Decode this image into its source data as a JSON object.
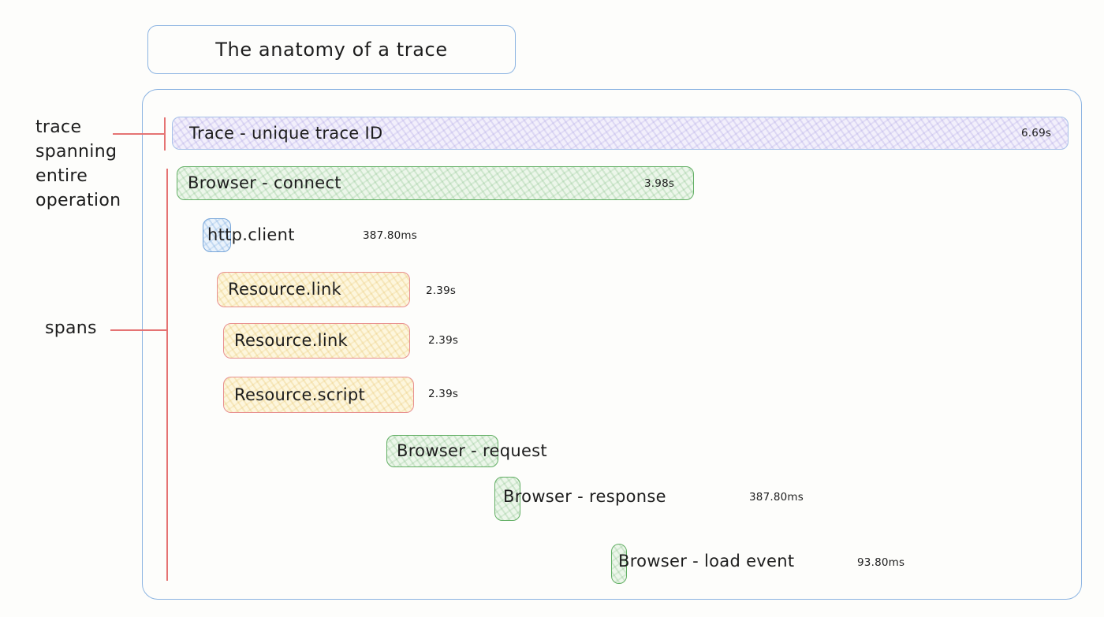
{
  "title": {
    "label": "The anatomy of a trace"
  },
  "annotations": {
    "trace_note": "trace\nspanning\nentire\noperation",
    "spans_note": "spans"
  },
  "spans": [
    {
      "label": "Trace - unique trace ID",
      "duration": "6.69s",
      "color_fill": "#f2effb",
      "color_border": "#a6c0e8"
    },
    {
      "label": "Browser - connect",
      "duration": "3.98s",
      "color_fill": "#ecf6ea",
      "color_border": "#62af64"
    },
    {
      "label": "http.client",
      "duration": "387.80ms",
      "color_fill": "#e9f2fb",
      "color_border": "#76a5d9"
    },
    {
      "label": "Resource.link",
      "duration": "2.39s",
      "color_fill": "#fdf6dd",
      "color_border": "#e89090"
    },
    {
      "label": "Resource.link",
      "duration": "2.39s",
      "color_fill": "#fdf6dd",
      "color_border": "#e89090"
    },
    {
      "label": "Resource.script",
      "duration": "2.39s",
      "color_fill": "#fdf6dd",
      "color_border": "#e89090"
    },
    {
      "label": "Browser - request",
      "duration": "",
      "color_fill": "#ecf6ea",
      "color_border": "#62af64"
    },
    {
      "label": "Browser - response",
      "duration": "387.80ms",
      "color_fill": "#ecf6ea",
      "color_border": "#62af64"
    },
    {
      "label": "Browser - load event",
      "duration": "93.80ms",
      "color_fill": "#ecf6ea",
      "color_border": "#62af64"
    }
  ],
  "colors": {
    "frame_border": "#8cb4e2",
    "annotation_line": "#e57373",
    "text": "#1d1d1d",
    "background": "#fdfdfb"
  }
}
